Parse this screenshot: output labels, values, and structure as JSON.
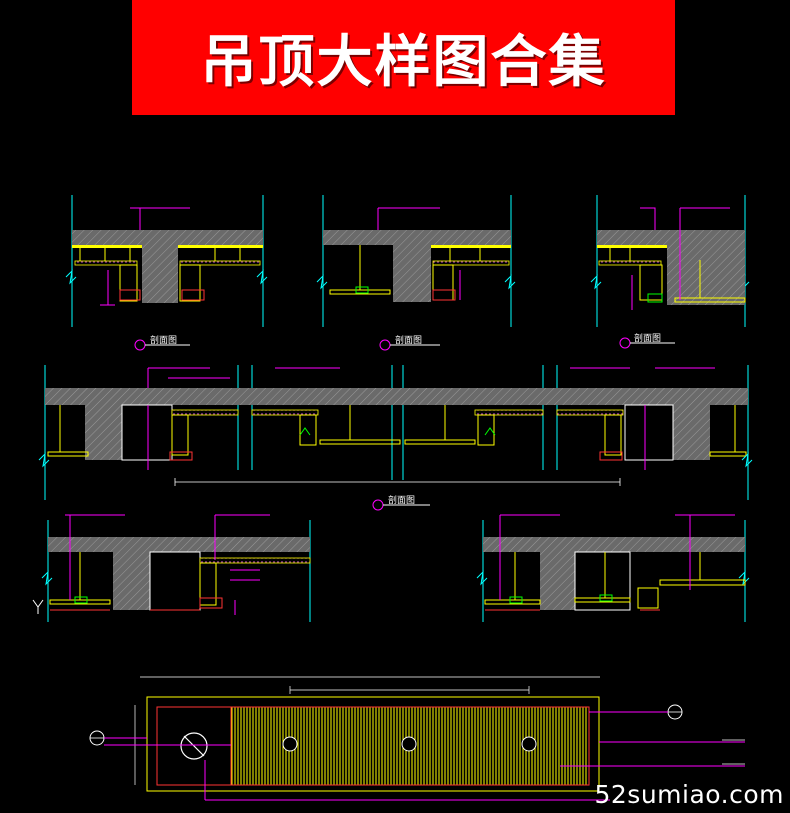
{
  "banner": {
    "title": "吊顶大样图合集"
  },
  "sections": {
    "top_left": "剖面图",
    "top_middle": "剖面图",
    "top_right": "剖面图",
    "middle": "剖面图"
  },
  "watermark": "52sumiao.com",
  "colors": {
    "background": "#000000",
    "banner": "#ff0000",
    "cyan": "#00ffff",
    "magenta": "#ff00ff",
    "yellow": "#ffff00",
    "slab": "#808080",
    "red": "#ff3333",
    "green": "#00ff00",
    "white": "#ffffff"
  }
}
